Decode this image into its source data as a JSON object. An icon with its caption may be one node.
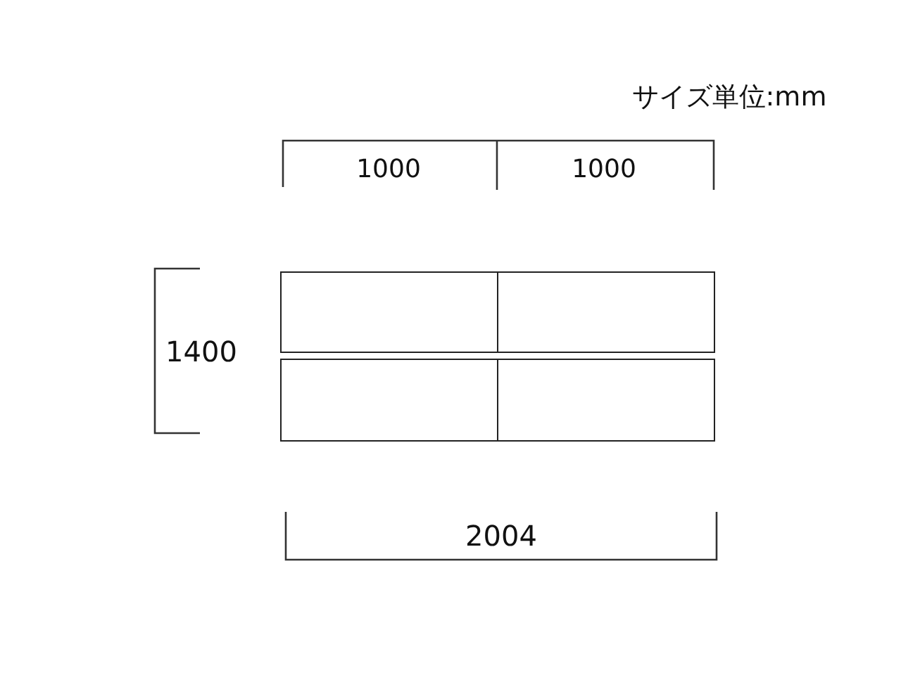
{
  "diagram": {
    "nodes": [
      {
        "text": [],
        "shape": "box"
      },
      {
        "text": [],
        "shape": "box"
      },
      {
        "text": [],
        "shape": "box"
      },
      {
        "text": [],
        "shape": "box"
      }
    ],
    "labels": [
      "サイズ単位:mm",
      "1000",
      "1000",
      "1400",
      "2004"
    ]
  }
}
